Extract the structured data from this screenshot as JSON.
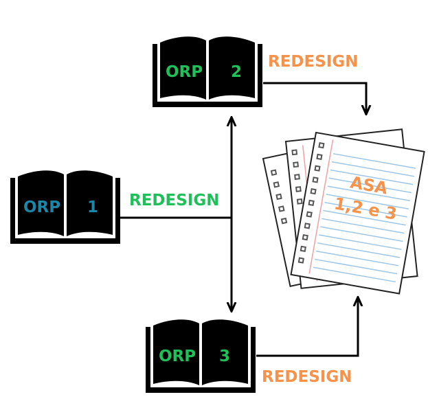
{
  "books": {
    "orp1": {
      "left": "ORP",
      "right": "1",
      "color": "#1a87a8"
    },
    "orp2": {
      "left": "ORP",
      "right": "2",
      "color": "#1fbf5a"
    },
    "orp3": {
      "left": "ORP",
      "right": "3",
      "color": "#1fbf5a"
    }
  },
  "links": {
    "orp1_label": "REDESIGN",
    "orp2_label": "REDESIGN",
    "orp3_label": "REDESIGN"
  },
  "documents": {
    "line1": "ASA",
    "line2": "1,2 e 3"
  },
  "colors": {
    "green": "#1fbf5a",
    "orange": "#f7924a",
    "teal": "#1a87a8",
    "book": "#000000",
    "ruled_line": "#9cc6e8",
    "margin_line": "#f0a0a0"
  }
}
